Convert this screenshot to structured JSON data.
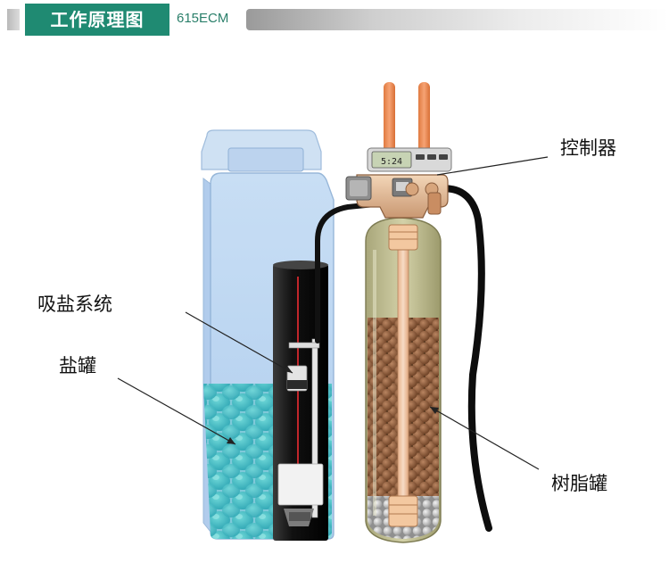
{
  "header": {
    "title": "工作原理图",
    "model": "615ECM"
  },
  "labels": {
    "controller": "控制器",
    "brine_suction": "吸盐系统",
    "salt_tank": "盐罐",
    "resin_tank": "树脂罐"
  },
  "display": {
    "reading": "5:24"
  },
  "colors": {
    "accent": "#1f8a72",
    "pipe": "#f0905a",
    "salt_tank": "#b8d4f0",
    "resin_tank": "#c9c79a",
    "resin_beads": "#8b5a3c"
  }
}
